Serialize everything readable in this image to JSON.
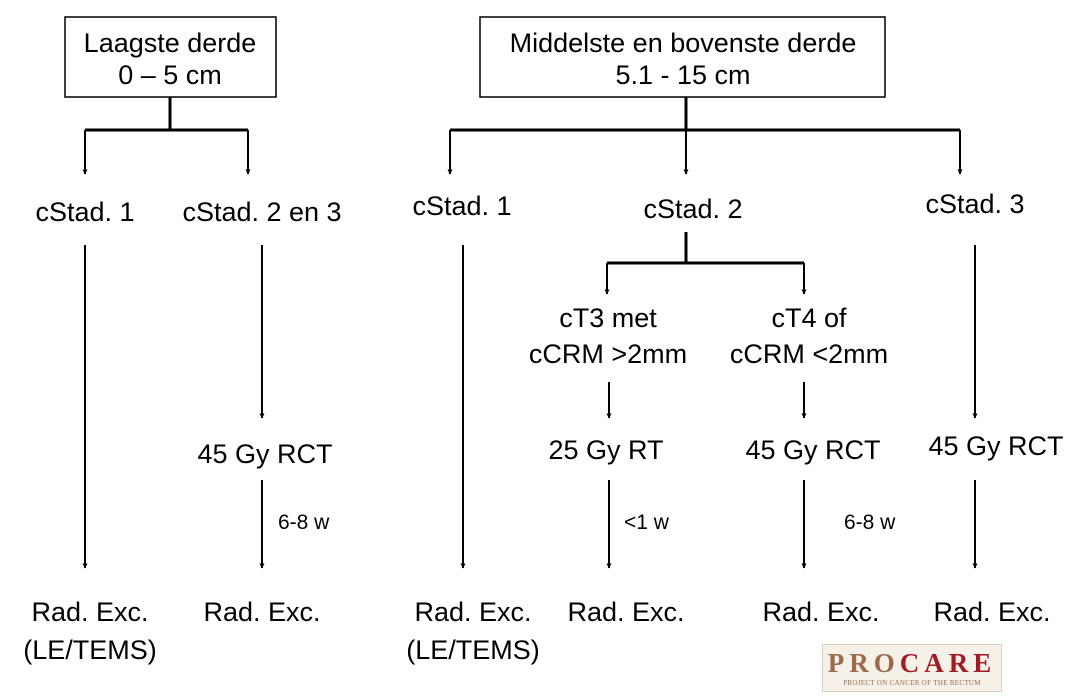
{
  "left": {
    "box_line1": "Laagste derde",
    "box_line2": "0 – 5 cm",
    "stage1": "cStad. 1",
    "stage23": "cStad. 2 en 3",
    "rct": "45 Gy RCT",
    "interval": "6-8 w",
    "exc1_line1": "Rad. Exc.",
    "exc1_line2": "(LE/TEMS)",
    "exc2": "Rad. Exc."
  },
  "right": {
    "box_line1": "Middelste en bovenste derde",
    "box_line2": "5.1 - 15 cm",
    "stage1": "cStad. 1",
    "stage2": "cStad. 2",
    "stage3": "cStad. 3",
    "ct3_line1": "cT3 met",
    "ct3_line2": "cCRM >2mm",
    "ct4_line1": "cT4 of",
    "ct4_line2": "cCRM <2mm",
    "rt25": "25 Gy RT",
    "rct_a": "45 Gy RCT",
    "rct_b": "45 Gy RCT",
    "interval_rt": "<1 w",
    "interval_rct": "6-8 w",
    "exc1_line1": "Rad. Exc.",
    "exc1_line2": "(LE/TEMS)",
    "exc2": "Rad. Exc.",
    "exc3": "Rad. Exc.",
    "exc4": "Rad. Exc."
  },
  "logo": {
    "word_a": "PRO",
    "word_b": "CARE",
    "subtitle": "PROJECT ON CANCER OF THE RECTUM"
  }
}
